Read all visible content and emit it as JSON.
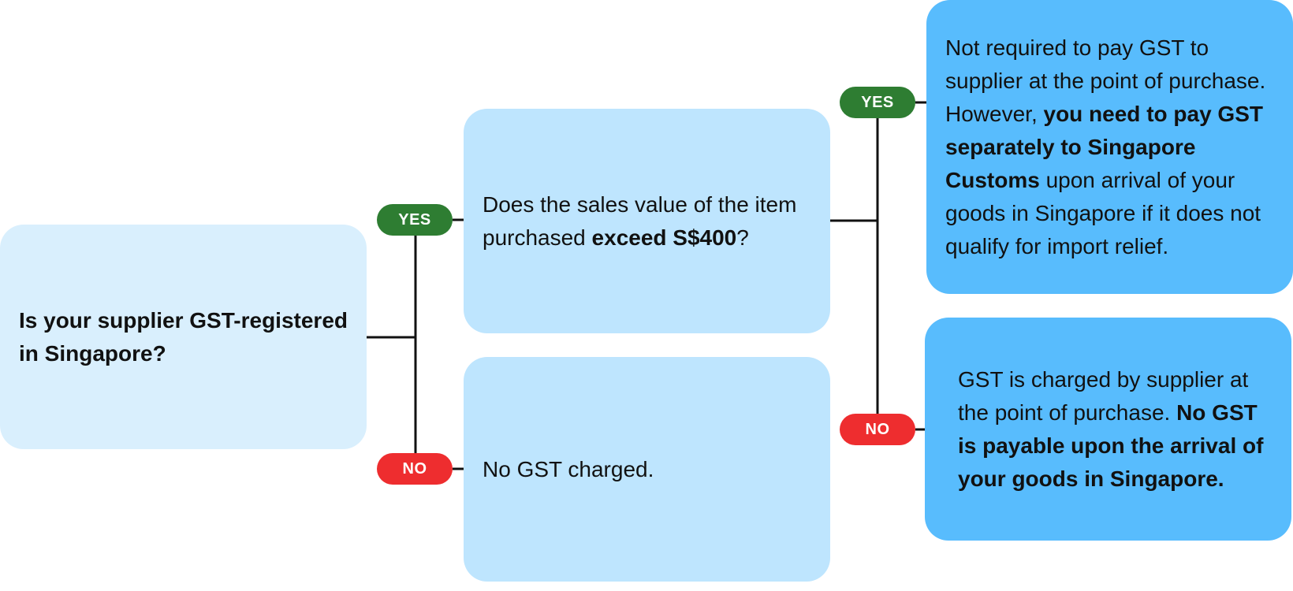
{
  "colors": {
    "question_light": "#d9effd",
    "question_mid": "#bee5fe",
    "result_blue": "#58bcfd",
    "yes_green": "#2e7d32",
    "no_red": "#ee2d2f",
    "connector": "#111111"
  },
  "nodes": {
    "q1": {
      "parts": [
        {
          "text": "Is your supplier GST-registered in Singapore?",
          "bold": true
        }
      ]
    },
    "q2": {
      "parts": [
        {
          "text": "Does the sales value of the item purchased ",
          "bold": false
        },
        {
          "text": "exceed S$400",
          "bold": true
        },
        {
          "text": "?",
          "bold": false
        }
      ]
    },
    "no_gst": {
      "parts": [
        {
          "text": "No GST charged.",
          "bold": false
        }
      ]
    },
    "customs": {
      "parts": [
        {
          "text": "Not required to pay GST to supplier at the point of purchase. However, ",
          "bold": false
        },
        {
          "text": "you need to pay GST separately to Singapore Customs",
          "bold": true
        },
        {
          "text": " upon arrival of your goods in Singapore if it does not qualify for import relief.",
          "bold": false
        }
      ]
    },
    "supplier": {
      "parts": [
        {
          "text": "GST is charged by supplier at the point of purchase. ",
          "bold": false
        },
        {
          "text": "No GST is payable upon the arrival of your goods in Singapore.",
          "bold": true
        }
      ]
    }
  },
  "labels": {
    "yes_1": "YES",
    "no_1": "NO",
    "yes_2": "YES",
    "no_2": "NO"
  }
}
